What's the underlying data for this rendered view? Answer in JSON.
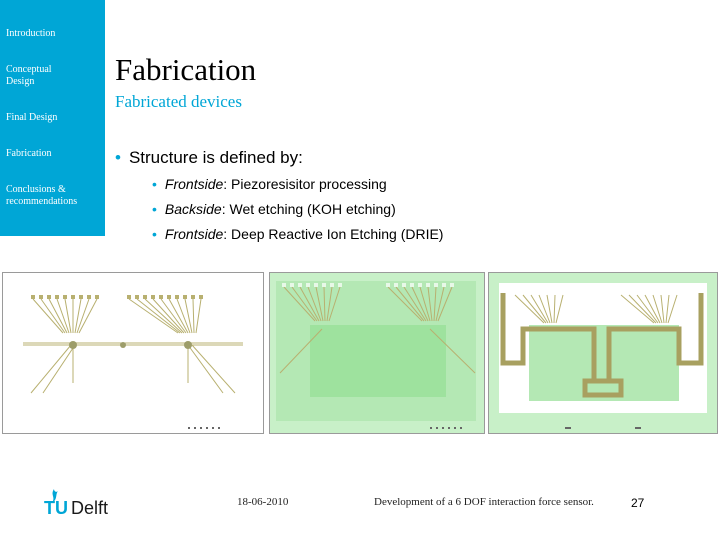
{
  "sidebar": {
    "items": [
      {
        "label": "Introduction"
      },
      {
        "label": "Conceptual\nDesign"
      },
      {
        "label": "Final Design"
      },
      {
        "label": "Fabrication"
      },
      {
        "label": "Conclusions &\nrecommendations"
      }
    ]
  },
  "slide": {
    "title": "Fabrication",
    "subtitle": "Fabricated devices",
    "bullet": "Structure is defined by:",
    "sub_bullets": [
      {
        "term": "Frontside",
        "text": ": Piezoresisitor processing"
      },
      {
        "term": "Backside",
        "text": ": Wet etching (KOH etching)"
      },
      {
        "term": "Frontside",
        "text": ": Deep Reactive Ion Etching (DRIE)"
      }
    ]
  },
  "footer": {
    "logo_text": "TUDelft",
    "date": "18-06-2010",
    "presentation_title": "Development of a 6 DOF interaction force sensor.",
    "page": "27"
  },
  "colors": {
    "accent": "#00a6d6",
    "etch_green": "#9ee29e",
    "trace_olive": "#a8a060"
  },
  "icons": {
    "logo": "tudelft-flame-logo"
  }
}
